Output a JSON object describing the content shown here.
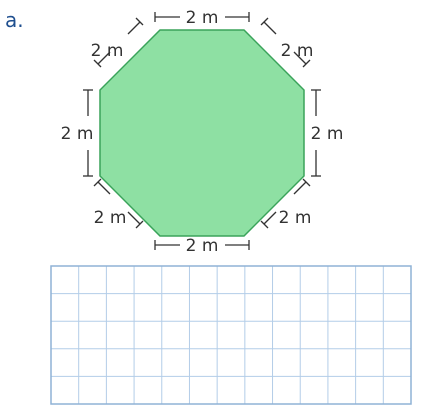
{
  "part_label": "a.",
  "side_labels": {
    "top": "2 m",
    "top_right": "2 m",
    "right": "2 m",
    "bottom_right": "2 m",
    "bottom": "2 m",
    "bottom_left": "2 m",
    "left": "2 m",
    "top_left": "2 m"
  },
  "colors": {
    "octagon_fill": "#8ee0a3",
    "octagon_stroke": "#3aa35a",
    "grid_line": "#b3cde8",
    "grid_border": "#8fb2d6",
    "label_color": "#1f4f8f",
    "dimension_line": "#333333"
  },
  "grid": {
    "columns": 13,
    "rows": 5
  }
}
